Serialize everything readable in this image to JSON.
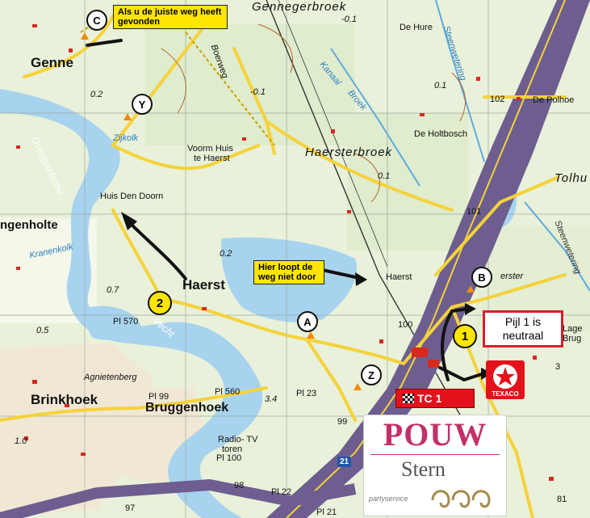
{
  "places": {
    "genne": "Genne",
    "gennegerbroek": "Gennegerbroek",
    "haersterbroek": "Haersterbroek",
    "haerst": "Haerst",
    "haerst_small": "Haerst",
    "brinkhoek": "Brinkhoek",
    "bruggenhoek": "Bruggenhoek",
    "ngenholte": "ngenholte",
    "de_hure": "De Hure",
    "de_polhoek": "De Polhoe",
    "de_holtbosch": "De Holtbosch",
    "tolhuis": "Tolhu",
    "voorm_huis": "Voorm Huis",
    "te_haerst": "te Haerst",
    "huis_den_doorn": "Huis Den Doorn",
    "agnietenberg": "Agnietenberg",
    "radio_tv": "Radio- TV",
    "toren": "toren",
    "lage_brug_1": "Lage",
    "lage_brug_2": "Brug",
    "erster": "erster"
  },
  "water_labels": {
    "kanaal": "Kanaal",
    "broek": "Broek",
    "steenwetering_top": "Steenwetering",
    "steenwetering_right": "Steenwetering",
    "zijkolk": "Zijkolk",
    "overijsselsche": "Overijsselsche",
    "kranenkolk": "Kranenkolk",
    "vecht": "Vecht",
    "boerweg": "Boerweg"
  },
  "elevations": {
    "e_01_top": "-0.1",
    "e_01_mid": "-0.1",
    "e_02_genne": "0.2",
    "e_01_right": "0.1",
    "e_01_haer": "0.1",
    "e_02_lake": "0.2",
    "e_07": "0.7",
    "e_05": "0.5",
    "e_34": "3.4",
    "e_10": "1.0",
    "n_102": "102",
    "n_101": "101",
    "n_100": "100",
    "n_99": "99",
    "n_98": "98",
    "n_97": "97",
    "n_3": "3",
    "n_81": "81",
    "pl_570": "Pl 570",
    "pl_99": "Pl 99",
    "pl_560": "Pl 560",
    "pl_23": "Pl 23",
    "pl_100": "Pl 100",
    "pl_22": "Pl 22",
    "pl_21": "Pl 21"
  },
  "route_notes": {
    "correct_way": "Als u de juiste weg heeft gevonden",
    "dead_end": "Hier loopt de weg niet door"
  },
  "markers": {
    "c": "C",
    "y": "Y",
    "a": "A",
    "z": "Z",
    "b": "B",
    "n1": "1",
    "n2": "2"
  },
  "checkpoint": {
    "label": "TC 1"
  },
  "neutral_note": "Pijl 1 is neutraal",
  "sponsor": {
    "texaco": "TEXACO",
    "pouw": "POUW",
    "stern": "Stern",
    "party": "partyservice"
  },
  "road_number": "21",
  "colors": {
    "land": "#eef3e0",
    "water": "#a7d3ee",
    "road_main": "#f5d23a",
    "highway": "#6d5e8f",
    "route_arrow": "#111111",
    "accent_red": "#e2121b",
    "note_yellow": "#ffe600",
    "marker_orange": "#f08a00"
  }
}
